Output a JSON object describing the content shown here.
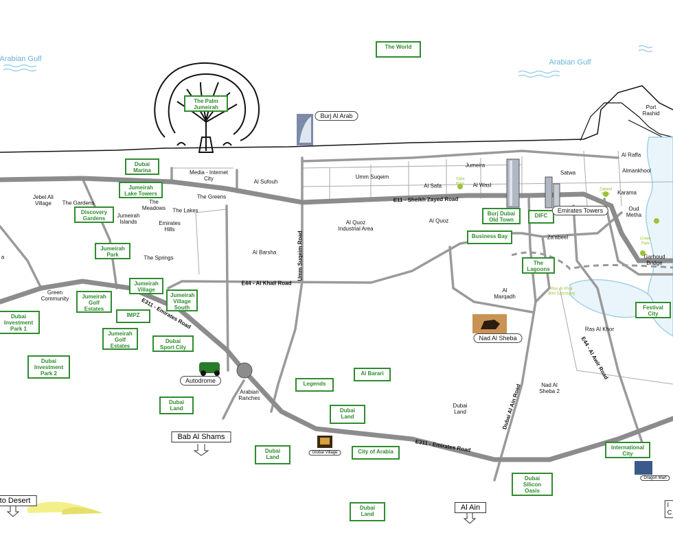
{
  "sea_labels": {
    "left": "Arabian Gulf",
    "right": "Arabian Gulf"
  },
  "areas": {
    "port_rashid": "Port Rashid",
    "al_raffa": "Al Raffa",
    "almankhool": "Almankhool",
    "satwa": "Satwa",
    "jumeira": "Jumeira",
    "karama": "Karama",
    "oud_metha": "Oud\nMetha",
    "garhoud": "Garhoud Bridge",
    "umm_suqeim": "Umm Suqeim",
    "al_sufouh": "Al Sufouh",
    "media_city": "Media - Internet\nCity",
    "al_safa": "Al Safa",
    "al_wasl": "Al Wasl",
    "al_quoz_ind": "Al Quoz\nIndustrial Area",
    "al_quoz": "Al Quoz",
    "zaabeel": "Za'abeel",
    "al_barsha": "Al Barsha",
    "al_marqadh": "Al\nMarqadh",
    "ras_al_khor": "Ras Al Khor",
    "nad_al_sheba_2": "Nad Al\nSheba 2",
    "dubai_land_plain": "Dubai\nLand",
    "jebel_ali": "Jebel Ali\nVillage",
    "the_gardens": "The Gardens",
    "jumeirah_islands": "Jumeirah\nIslands",
    "the_meadows": "The\nMeadows",
    "the_greens": "The Greens",
    "the_lakes": "The Lakes",
    "emirates_hills": "Emirates\nHills",
    "the_springs": "The Springs",
    "green_community": "Green\nCommunity",
    "arabian_ranches": "Arabian\nRanches",
    "edge_a": "a"
  },
  "boxes": {
    "the_world": "The World",
    "palm": "The Palm\nJumeirah",
    "marina": "Dubai\nMarina",
    "jlt": "Jumeirah\nLake Towers",
    "discovery": "Discovery\nGardens",
    "jpark": "Jumeirah\nPark",
    "jvillage": "Jumeirah\nVillage",
    "jvs": "Jumeirah\nVillage\nSouth",
    "jge1": "Jumeirah\nGolf\nEstates",
    "impz": "IMPZ",
    "jge2": "Jumeirah\nGolf\nEstates",
    "dip1": "Dubai\nInvestment\nPark 1",
    "dip2": "Dubai\nInvestment\nPark 2",
    "sport_city": "Dubai\nSport City",
    "dl1": "Dubai\nLand",
    "legends": "Legends",
    "al_barari": "Al Barari",
    "dl2": "Dubai\nLand",
    "dl3": "Dubai\nLand",
    "city_arabia": "City of Arabia",
    "dl4": "Dubai\nLand",
    "silicon": "Dubai\nSilicon\nOasis",
    "intl_city": "International\nCity",
    "festival": "Festival\nCity",
    "lagoons": "The\nLagoons",
    "business_bay": "Business Bay",
    "old_town": "Burj Dubai\nOld Town",
    "difc": "DIFC"
  },
  "callouts": {
    "burj_al_arab": "Burj Al Arab",
    "emirates_towers": "Emirates Towers",
    "nad_al_sheba": "Nad Al Sheba",
    "autodrome": "Autodrome"
  },
  "small_callouts": {
    "global_village": "Global Village",
    "dragon_mart": "Dragon Mart"
  },
  "roads": {
    "szr": "E11 - Sheikh Zayed Road",
    "khail": "E44 - Al Khail Road",
    "umm_suqeim_rd": "Umm Suqeim Road",
    "e311_top": "E311 - Emirates Road",
    "e311_bottom": "E311 - Emirates Road",
    "al_ain_rd": "Dubai Al Ain Road",
    "awir": "E44 - Al Awir Road"
  },
  "parks": {
    "safa": "Safa\nPark",
    "zabeel": "Zabeel\nPark",
    "creek": "Creek\nPark",
    "ras_al_khor": "Ras Al Khor\nBird Sanctuary"
  },
  "signs": {
    "bab_al_shams": "Bab Al Shams",
    "al_ain": "Al Ain",
    "desert": "to Desert",
    "edge": "l\nC"
  },
  "colors": {
    "road": "#9a9a9a",
    "box_border": "#2e8b2e",
    "sea_text": "#6ab3d6",
    "park_text": "#9cc23a"
  }
}
